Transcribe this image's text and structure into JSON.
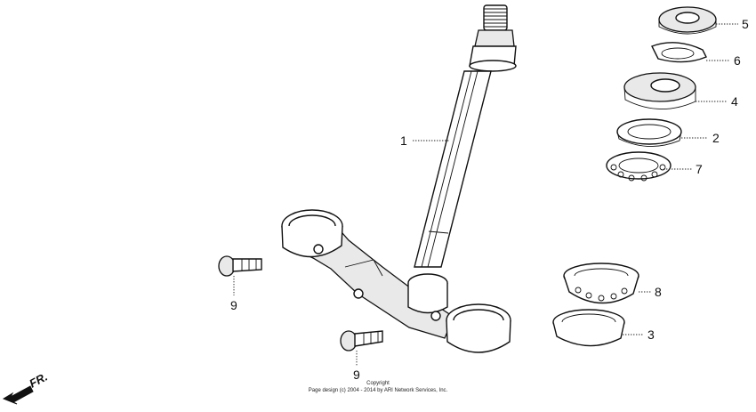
{
  "callouts": [
    {
      "id": "part-1",
      "label": "1"
    },
    {
      "id": "part-2",
      "label": "2"
    },
    {
      "id": "part-3",
      "label": "3"
    },
    {
      "id": "part-4",
      "label": "4"
    },
    {
      "id": "part-5",
      "label": "5"
    },
    {
      "id": "part-6",
      "label": "6"
    },
    {
      "id": "part-7",
      "label": "7"
    },
    {
      "id": "part-8",
      "label": "8"
    },
    {
      "id": "part-9a",
      "label": "9"
    },
    {
      "id": "part-9b",
      "label": "9"
    }
  ],
  "direction_label": "FR.",
  "copyright": {
    "line1": "Copyright",
    "line2": "Page design (c) 2004 - 2014 by ARI Network Services, Inc."
  }
}
